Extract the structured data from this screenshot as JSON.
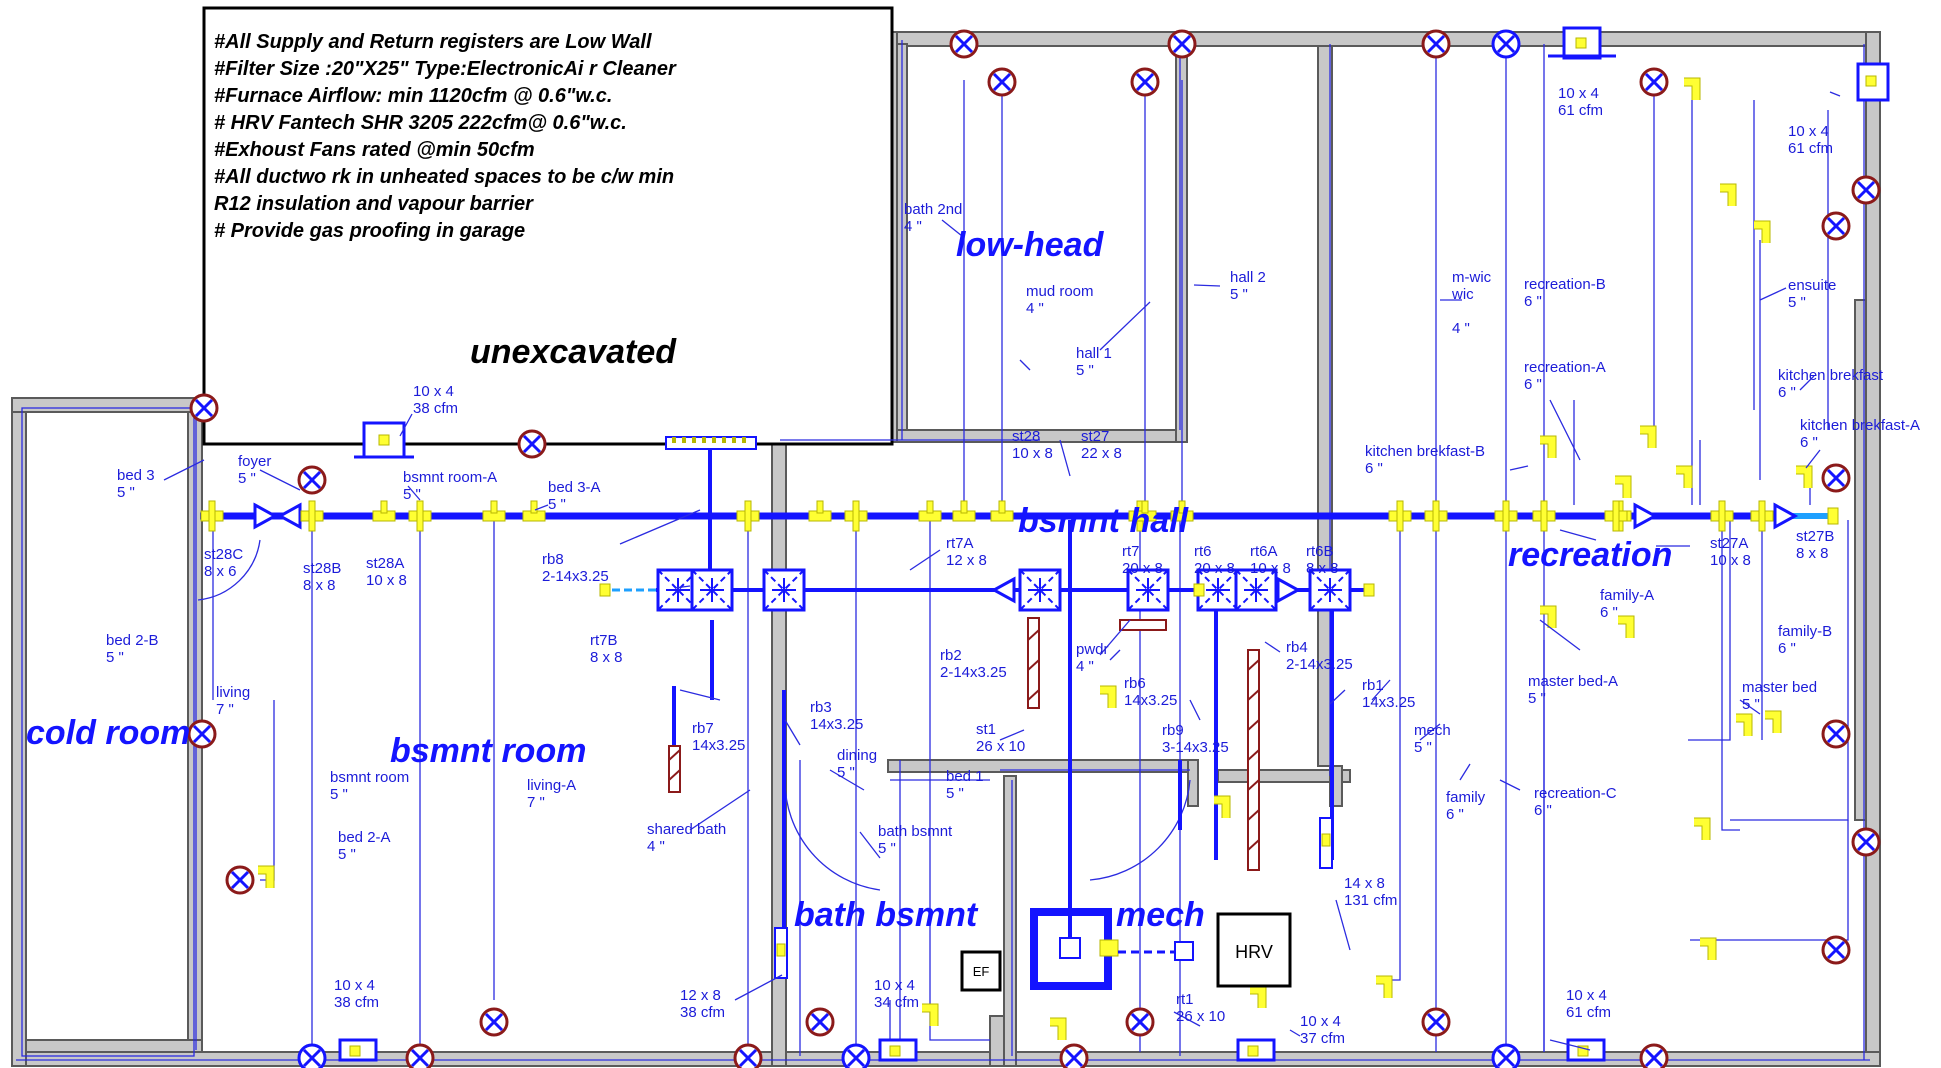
{
  "notes": [
    "#All Supply and Return  registers are Low Wall",
    "#Filter Size :20\"X25\" Type:ElectronicAi r Cleaner",
    "#Furnace Airflow:   min 1120cfm @ 0.6\"w.c.",
    "# HRV  Fantech SHR 3205   222cfm@ 0.6\"w.c.",
    " #Exhoust Fans  rated  @min 50cfm",
    "   #All ductwo rk in unheated spaces  to be c/w min",
    "R12 insulation and vapour  barrier",
    "       # Provide gas proofing  in garage"
  ],
  "unexcavated_label": "unexcavated",
  "rooms": {
    "cold_room": "cold room",
    "bsmnt_room": "bsmnt room",
    "low_head": "low-head",
    "bsmnt_hall": "bsmnt hall",
    "recreation": "recreation",
    "bath_bsmnt": "bath bsmnt",
    "mech": "mech"
  },
  "equipment": {
    "hrv": "HRV",
    "ef": "EF"
  },
  "labels": [
    {
      "t1": "bed 3",
      "t2": "5 \""
    },
    {
      "t1": "foyer",
      "t2": "5 \""
    },
    {
      "t1": "bsmnt room-A",
      "t2": "5 \""
    },
    {
      "t1": "bed 3-A",
      "t2": "5 \""
    },
    {
      "t1": "10 x 4",
      "t2": "38 cfm"
    },
    {
      "t1": "st28C",
      "t2": "8 x 6"
    },
    {
      "t1": "st28B",
      "t2": "8 x 8"
    },
    {
      "t1": "st28A",
      "t2": "10 x 8"
    },
    {
      "t1": "bed 2-B",
      "t2": "5 \""
    },
    {
      "t1": "living",
      "t2": "7 \""
    },
    {
      "t1": "bsmnt room",
      "t2": "5 \""
    },
    {
      "t1": "bed 2-A",
      "t2": "5 \""
    },
    {
      "t1": "living-A",
      "t2": "7 \""
    },
    {
      "t1": "rb8",
      "t2": "2-14x3.25"
    },
    {
      "t1": "rt7B",
      "t2": "8 x 8"
    },
    {
      "t1": "rb7",
      "t2": "14x3.25"
    },
    {
      "t1": "shared bath",
      "t2": "4 \""
    },
    {
      "t1": "rb3",
      "t2": "14x3.25"
    },
    {
      "t1": "dining",
      "t2": "5 \""
    },
    {
      "t1": "bath bsmnt",
      "t2": "5 \""
    },
    {
      "t1": "12 x 8",
      "t2": "38 cfm"
    },
    {
      "t1": "10 x 4",
      "t2": "38 cfm"
    },
    {
      "t1": "10 x 4",
      "t2": "34 cfm"
    },
    {
      "t1": "bath 2nd",
      "t2": "4 \""
    },
    {
      "t1": "mud room",
      "t2": "4 \""
    },
    {
      "t1": "hall 1",
      "t2": "5 \""
    },
    {
      "t1": "hall 2",
      "t2": "5 \""
    },
    {
      "t1": "st28",
      "t2": "10 x 8"
    },
    {
      "t1": "st27",
      "t2": "22 x 8"
    },
    {
      "t1": "rt7A",
      "t2": "12 x 8"
    },
    {
      "t1": "rb2",
      "t2": "2-14x3.25"
    },
    {
      "t1": "pwdr",
      "t2": "4 \""
    },
    {
      "t1": "st1",
      "t2": "26 x 10"
    },
    {
      "t1": "bed 1",
      "t2": "5 \""
    },
    {
      "t1": "rt7",
      "t2": "20 x 8"
    },
    {
      "t1": "rt6",
      "t2": "20 x 8"
    },
    {
      "t1": "rt6A",
      "t2": "10 x 8"
    },
    {
      "t1": "rt6B",
      "t2": "8 x 8"
    },
    {
      "t1": "rb6",
      "t2": "14x3.25"
    },
    {
      "t1": "rb9",
      "t2": "3-14x3.25"
    },
    {
      "t1": "rb4",
      "t2": "2-14x3.25"
    },
    {
      "t1": "rb1",
      "t2": "14x3.25"
    },
    {
      "t1": "rt1",
      "t2": "26 x 10"
    },
    {
      "t1": "14 x 8",
      "t2": "131 cfm"
    },
    {
      "t1": "10 x 4",
      "t2": "37 cfm"
    },
    {
      "t1": "m-wic",
      "t2": "wic"
    },
    {
      "t1": "",
      "t2": "4 \""
    },
    {
      "t1": "recreation-B",
      "t2": "6 \""
    },
    {
      "t1": "recreation-A",
      "t2": "6 \""
    },
    {
      "t1": "kitchen brekfast-B",
      "t2": "6 \""
    },
    {
      "t1": "10 x 4",
      "t2": "61 cfm"
    },
    {
      "t1": "10 x 4",
      "t2": "61 cfm"
    },
    {
      "t1": "ensuite",
      "t2": "5 \""
    },
    {
      "t1": "kitchen brekfast",
      "t2": "6 \""
    },
    {
      "t1": "kitchen brekfast-A",
      "t2": "6 \""
    },
    {
      "t1": "st27A",
      "t2": "10 x 8"
    },
    {
      "t1": "st27B",
      "t2": "8 x 8"
    },
    {
      "t1": "family-A",
      "t2": "6 \""
    },
    {
      "t1": "family-B",
      "t2": "6 \""
    },
    {
      "t1": "master bed-A",
      "t2": "5 \""
    },
    {
      "t1": "master bed",
      "t2": "5 \""
    },
    {
      "t1": "mech",
      "t2": "5 \""
    },
    {
      "t1": "family",
      "t2": "6 \""
    },
    {
      "t1": "recreation-C",
      "t2": "6 \""
    },
    {
      "t1": "10 x 4",
      "t2": "61 cfm"
    }
  ]
}
